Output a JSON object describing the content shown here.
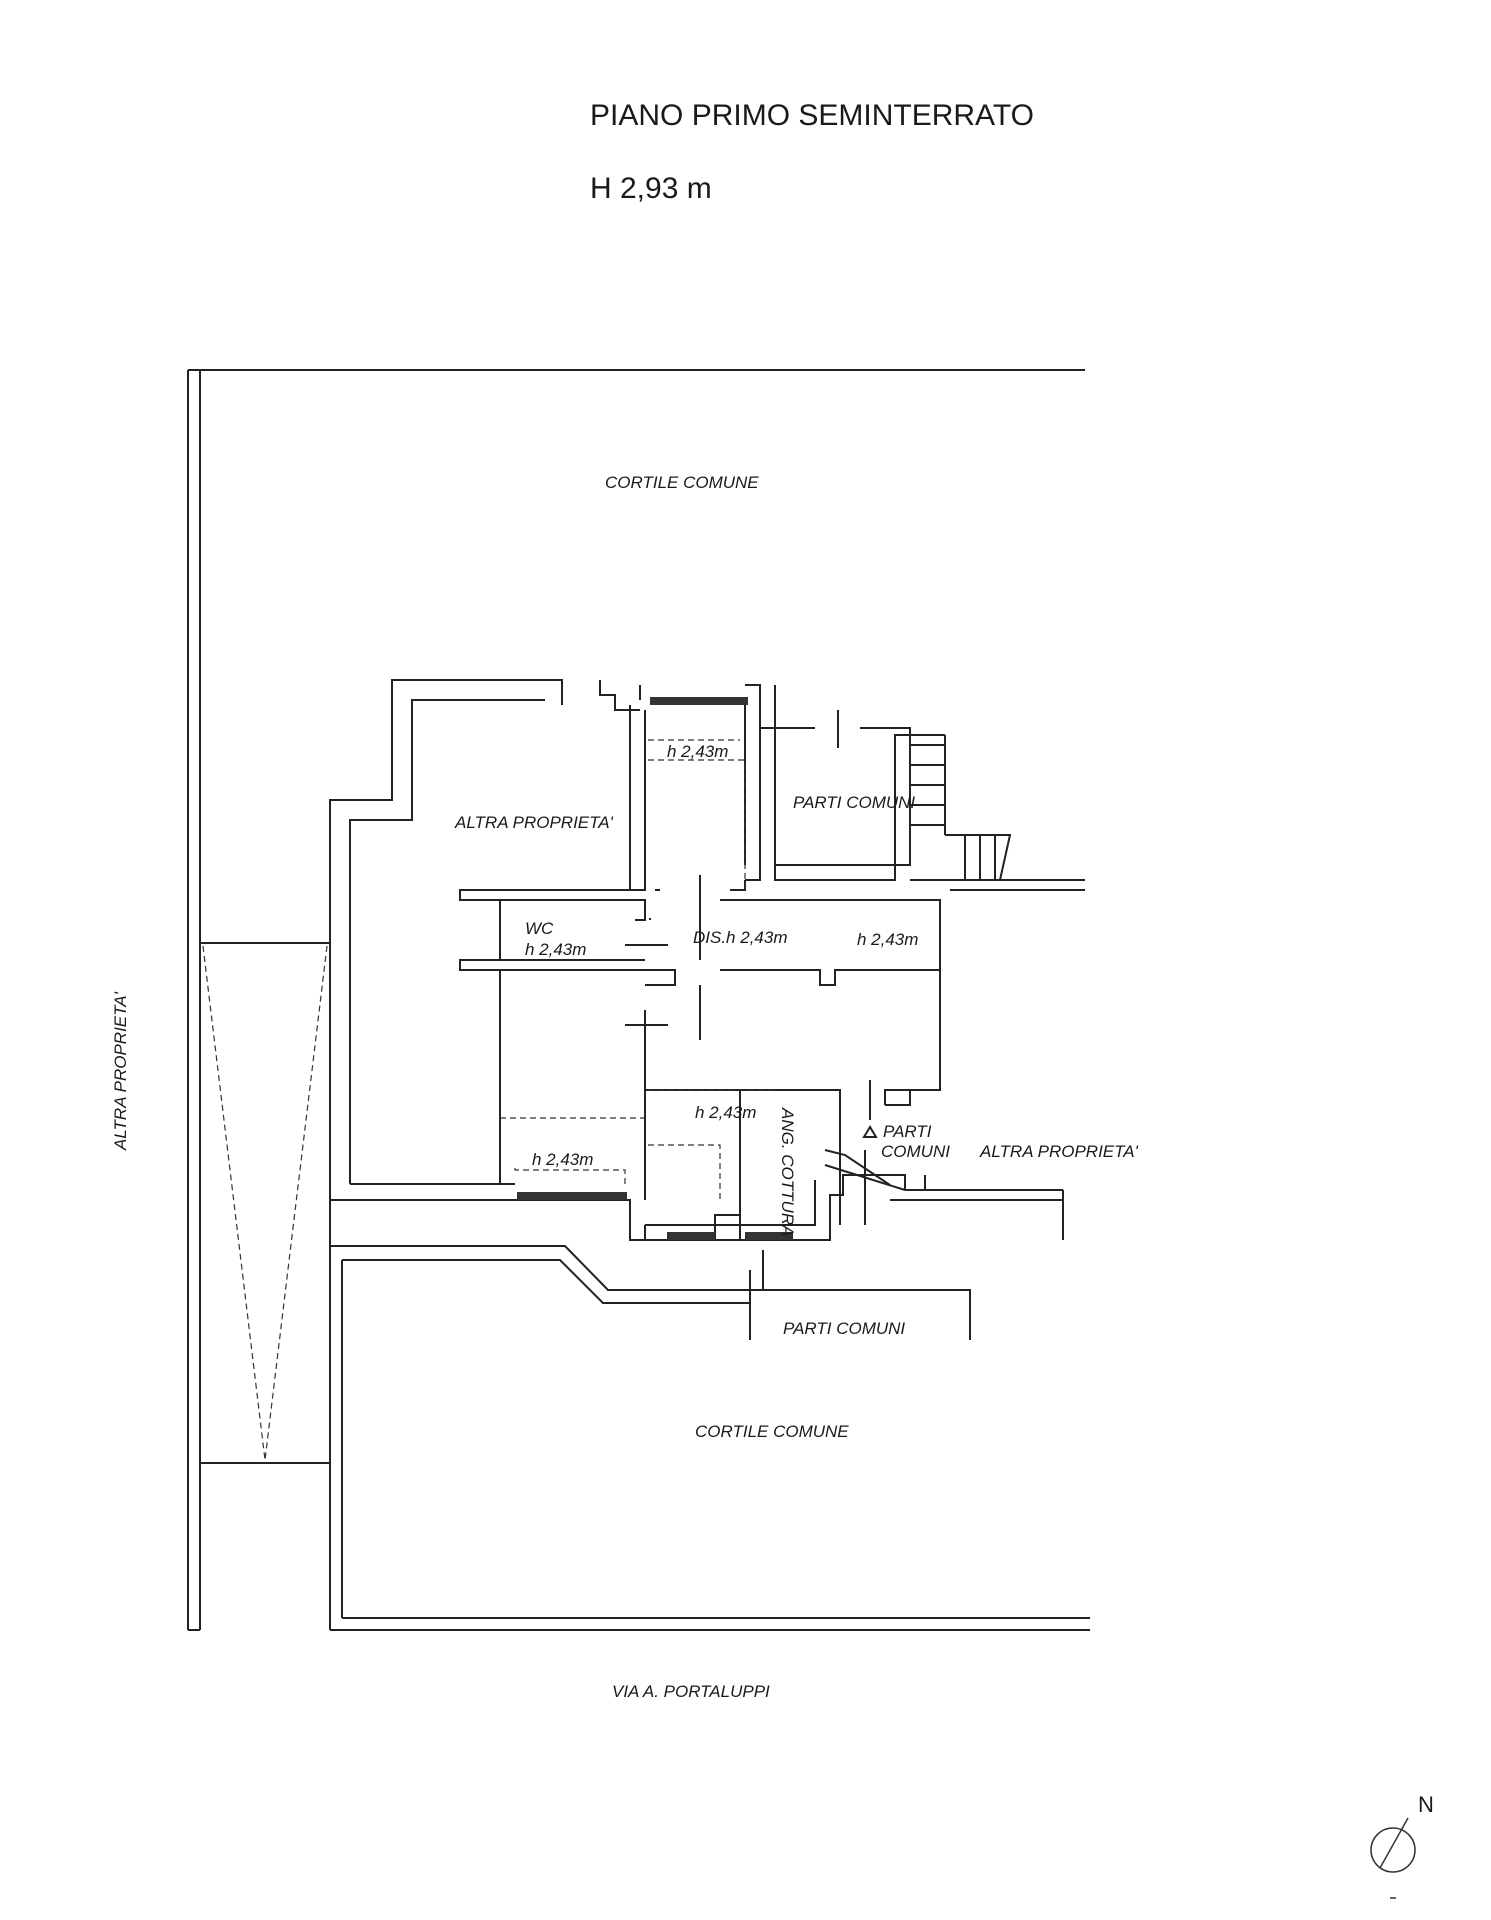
{
  "header": {
    "title": "PIANO PRIMO SEMINTERRATO",
    "height": "H 2,93 m"
  },
  "labels": {
    "cortile_top": "CORTILE COMUNE",
    "cortile_bottom": "CORTILE COMUNE",
    "altra_proprieta_left": "ALTRA PROPRIETA'",
    "altra_proprieta_room": "ALTRA PROPRIETA'",
    "altra_proprieta_right": "ALTRA PROPRIETA'",
    "parti_comuni_top": "PARTI COMUNI",
    "parti_comuni_mid_1": "PARTI",
    "parti_comuni_mid_2": "COMUNI",
    "parti_comuni_bottom": "PARTI COMUNI",
    "wc": "WC",
    "wc_height": "h 2,43m",
    "dis": "DIS.h 2,43m",
    "room_top_height": "h 2,43m",
    "room_right_height": "h 2,43m",
    "room_kitchen_height": "h 2,43m",
    "room_left_height": "h 2,43m",
    "ang_cottura": "ANG. COTTURA",
    "street": "VIA A. PORTALUPPI",
    "north": "N"
  }
}
